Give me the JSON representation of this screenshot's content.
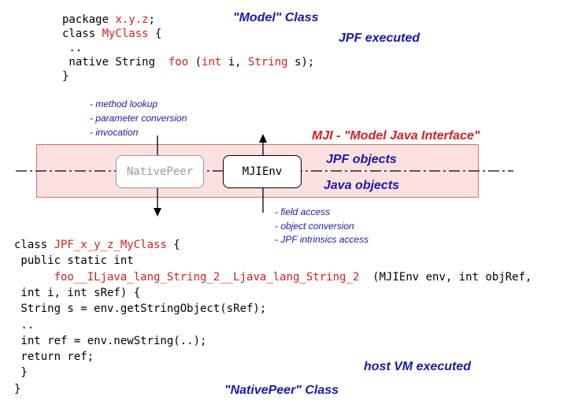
{
  "code_top": {
    "lines": [
      [
        {
          "t": "package "
        },
        {
          "t": "x.y.z",
          "c": "red"
        },
        {
          "t": ";"
        }
      ],
      [
        {
          "t": "class "
        },
        {
          "t": "MyClass",
          "c": "red"
        },
        {
          "t": " {"
        }
      ],
      [
        {
          "t": " .."
        }
      ],
      [
        {
          "t": " native String  "
        },
        {
          "t": "foo",
          "c": "red"
        },
        {
          "t": " ("
        },
        {
          "t": "int",
          "c": "red"
        },
        {
          "t": " i, "
        },
        {
          "t": "String",
          "c": "red"
        },
        {
          "t": " s);"
        }
      ],
      [
        {
          "t": "}"
        }
      ]
    ]
  },
  "labels": {
    "model_class": "\"Model\" Class",
    "jpf_executed": "JPF executed",
    "mji": "MJI - \"Model Java Interface\"",
    "jpf_objects": "JPF objects",
    "java_objects": "Java objects",
    "host_vm_executed": "host VM executed",
    "native_peer_class": "\"NativePeer\" Class"
  },
  "boxes": {
    "native_peer": "NativePeer",
    "mjienv": "MJIEnv"
  },
  "notes_left": [
    "- method lookup",
    "- parameter conversion",
    "- invocation"
  ],
  "notes_right": [
    "- field access",
    "- object conversion",
    "- JPF intrinsics access"
  ],
  "code_bottom": {
    "lines": [
      [
        {
          "t": "class "
        },
        {
          "t": "JPF_x_y_z_MyClass",
          "c": "red"
        },
        {
          "t": " {"
        }
      ],
      [
        {
          "t": " public static int"
        }
      ],
      [
        {
          "t": "      "
        },
        {
          "t": "foo__ILjava_lang_String_2__Ljava_lang_String_2",
          "c": "red"
        },
        {
          "t": "  (MJIEnv env, int objRef,"
        }
      ],
      [
        {
          "t": " int i, int sRef) {"
        }
      ],
      [
        {
          "t": " String s = env.getStringObject(sRef);"
        }
      ],
      [
        {
          "t": " .."
        }
      ],
      [
        {
          "t": " int ref = env.newString(..);"
        }
      ],
      [
        {
          "t": " return ref;"
        }
      ],
      [
        {
          "t": " }"
        }
      ],
      [
        {
          "t": "}"
        }
      ]
    ]
  },
  "colors": {
    "accent_red": "#d42020",
    "label_blue": "#1a1aa8",
    "band_fill": "#fde0e0"
  }
}
